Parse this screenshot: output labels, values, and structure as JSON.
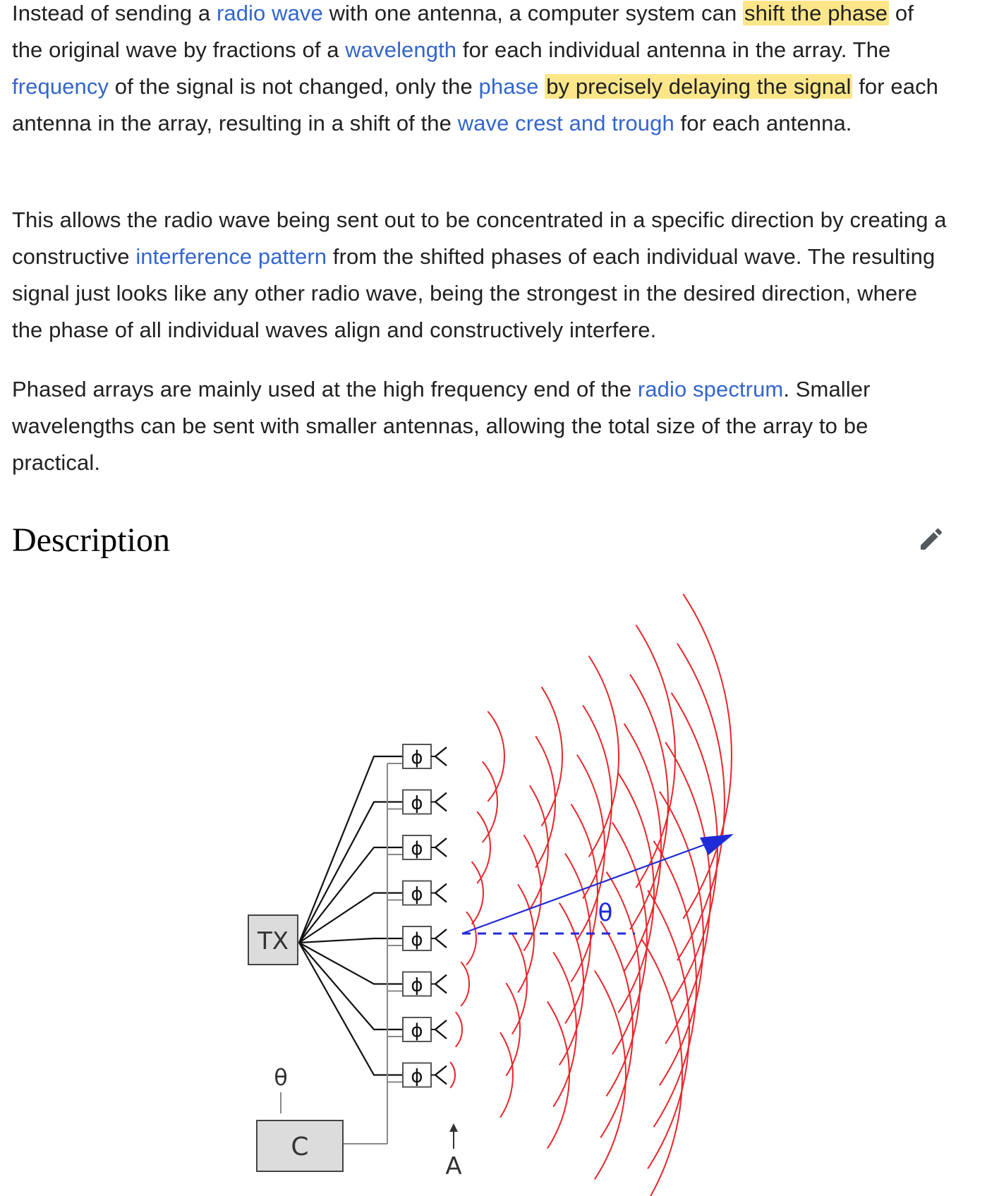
{
  "paragraphs": [
    {
      "segments": [
        {
          "text": "Instead of sending a ",
          "type": "text"
        },
        {
          "text": "radio wave",
          "type": "link"
        },
        {
          "text": " with one antenna, a computer system can ",
          "type": "text"
        },
        {
          "text": "shift the phase",
          "type": "highlight"
        },
        {
          "text": " of the original wave by fractions of a ",
          "type": "text"
        },
        {
          "text": "wavelength",
          "type": "link"
        },
        {
          "text": " for each individual antenna in the array. The ",
          "type": "text"
        },
        {
          "text": "frequency",
          "type": "link"
        },
        {
          "text": " of the signal is not changed, only the ",
          "type": "text"
        },
        {
          "text": "phase",
          "type": "link"
        },
        {
          "text": " ",
          "type": "text"
        },
        {
          "text": "by precisely delaying the signal",
          "type": "highlight"
        },
        {
          "text": " for each antenna in the array, resulting in a shift of the ",
          "type": "text"
        },
        {
          "text": "wave crest and trough",
          "type": "link"
        },
        {
          "text": " for each antenna.",
          "type": "text"
        }
      ]
    },
    {
      "segments": [
        {
          "text": "This allows the radio wave being sent out to be concentrated in a specific direction by creating a constructive ",
          "type": "text"
        },
        {
          "text": "interference pattern",
          "type": "link"
        },
        {
          "text": " from the shifted phases of each individual wave. The resulting signal just looks like any other radio wave, being the strongest in the desired direction, where the phase of all individual waves align and constructively interfere.",
          "type": "text"
        }
      ]
    },
    {
      "segments": [
        {
          "text": "Phased arrays are mainly used at the high frequency end of the ",
          "type": "text"
        },
        {
          "text": "radio spectrum",
          "type": "link"
        },
        {
          "text": ". Smaller wavelengths can be sent with smaller antennas, allowing the total size of the array to be practical.",
          "type": "text"
        }
      ]
    }
  ],
  "section": {
    "heading": "Description",
    "edit_icon": "pencil-icon"
  },
  "figure": {
    "tx_label": "TX",
    "controller_label": "C",
    "theta_label": "θ",
    "beam_angle_label": "θ",
    "array_label": "A",
    "phase_shifter_symbol": "ϕ",
    "phase_shifter_count": 8,
    "colors": {
      "link": "#3366cc",
      "highlight": "#fde68a",
      "wave": "#e8262a",
      "beam": "#1f2bd6",
      "box_fill": "#dcdcdc"
    }
  }
}
